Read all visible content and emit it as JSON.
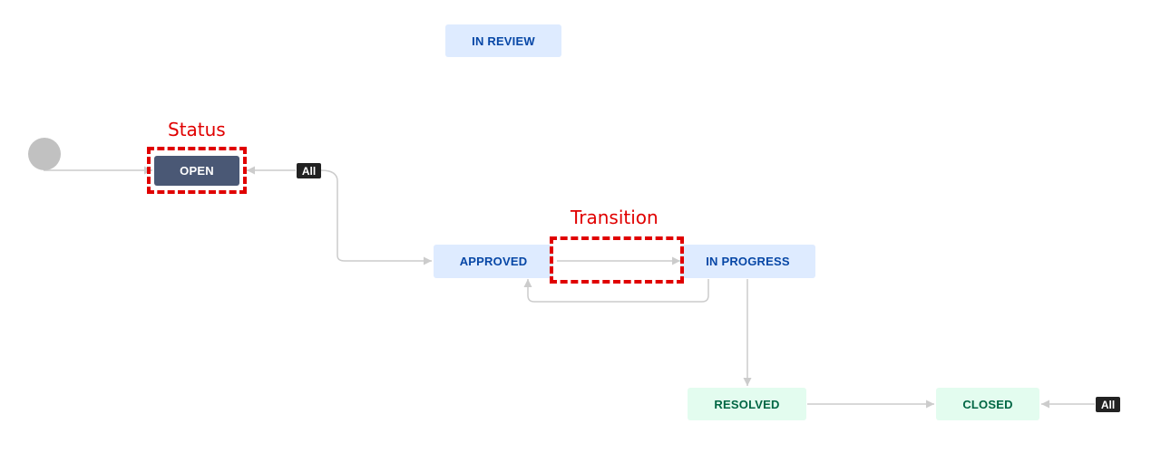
{
  "statuses": {
    "in_review": "IN REVIEW",
    "open": "OPEN",
    "approved": "APPROVED",
    "in_progress": "IN PROGRESS",
    "resolved": "RESOLVED",
    "closed": "CLOSED"
  },
  "global_transition_label": "All",
  "annotations": {
    "status": "Status",
    "transition": "Transition"
  },
  "colors": {
    "todo_bg": "#4a5875",
    "inprogress_bg": "#deebff",
    "inprogress_text": "#0747a6",
    "done_bg": "#e3fcef",
    "done_text": "#006644",
    "connector": "#cccccc",
    "annotation": "#e00000"
  }
}
